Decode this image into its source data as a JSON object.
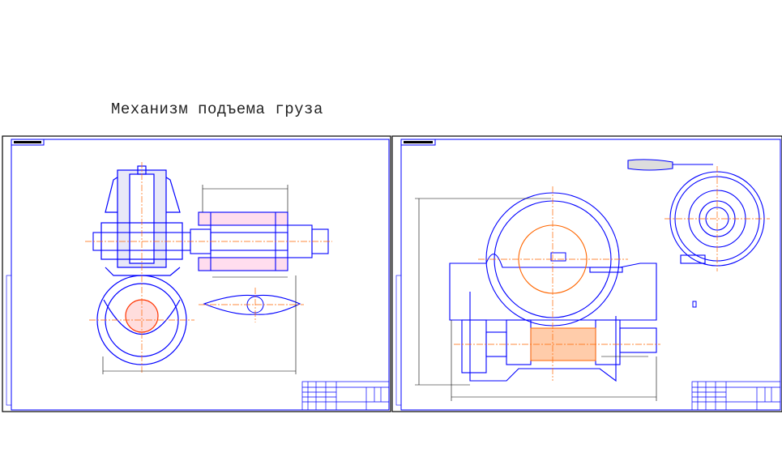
{
  "drawing": {
    "title": "Механизм подъема груза",
    "sheets": [
      {
        "id": "sheet-1",
        "view": "gear-drum-section"
      },
      {
        "id": "sheet-2",
        "view": "worm-gear-assembly"
      }
    ],
    "colors": {
      "frame": "#000000",
      "outline": "#0000ff",
      "centerline": "#ff6600",
      "hatch": "#ff3300",
      "dimension": "#000000"
    }
  }
}
